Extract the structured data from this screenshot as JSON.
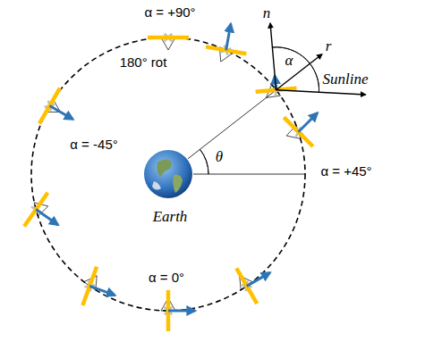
{
  "diagram": {
    "labels": [
      "α = +90°",
      "180° rot",
      "n",
      "r",
      "α",
      "Sunline",
      "α = -45°",
      "θ",
      "Earth",
      "α = +45°",
      "α = 0°"
    ]
  }
}
